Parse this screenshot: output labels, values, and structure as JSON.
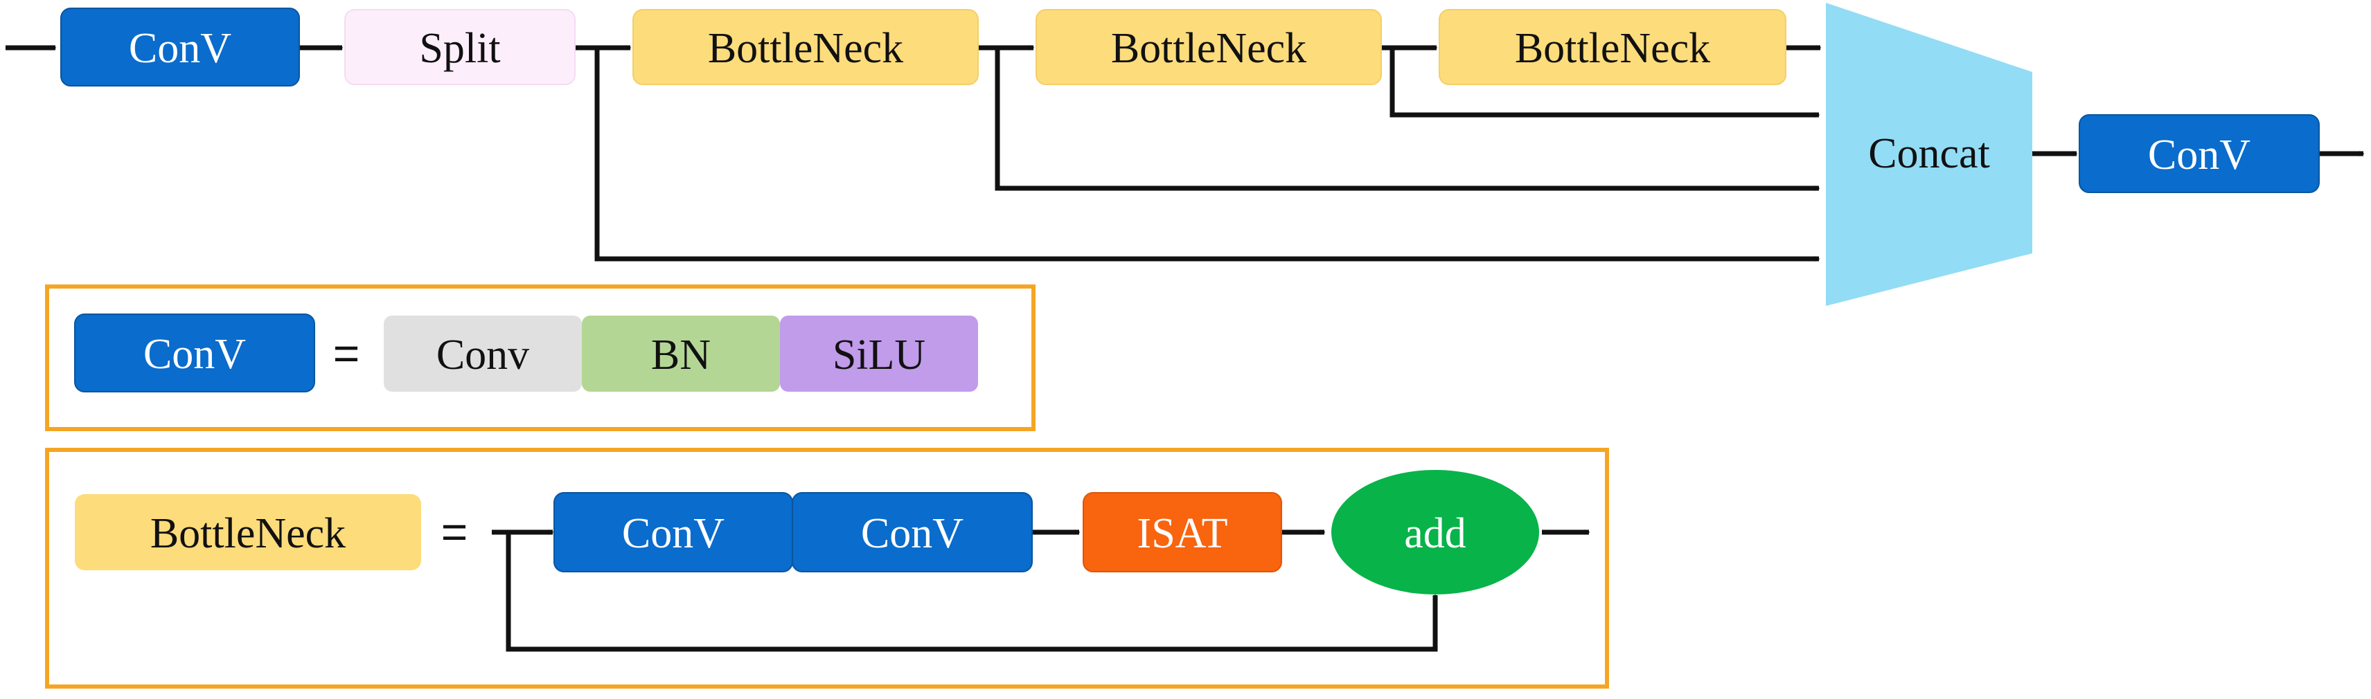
{
  "main_flow": {
    "conv_in": "ConV",
    "split": "Split",
    "bottleneck_1": "BottleNeck",
    "bottleneck_2": "BottleNeck",
    "bottleneck_3": "BottleNeck",
    "concat": "Concat",
    "conv_out": "ConV"
  },
  "conv_legend": {
    "conv": "ConV",
    "equals": "=",
    "parts": [
      "Conv",
      "BN",
      "SiLU"
    ]
  },
  "bottleneck_legend": {
    "bottleneck": "BottleNeck",
    "equals": "=",
    "conv_1": "ConV",
    "conv_2": "ConV",
    "isat": "ISAT",
    "add": "add"
  },
  "colors": {
    "conv_blue": "#0a6ccc",
    "split_pink": "#fdeefb",
    "bottleneck_yellow": "#fddc7c",
    "concat_cyan": "#92dcf5",
    "legend_border_orange": "#f5a524",
    "conv_gray": "#e0e0e0",
    "bn_green": "#b4d695",
    "silu_purple": "#c19cea",
    "isat_orange": "#f9640f",
    "add_green": "#08b34a"
  }
}
